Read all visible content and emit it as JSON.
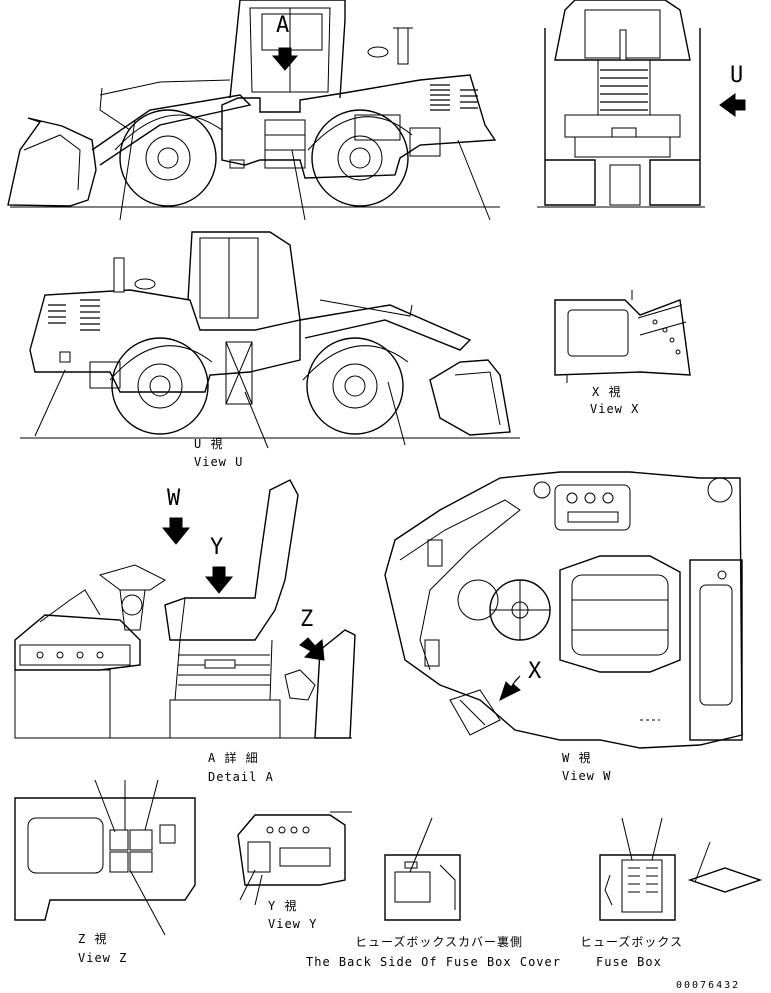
{
  "markers": {
    "A": "A",
    "U": "U",
    "W": "W",
    "Y": "Y",
    "Z": "Z",
    "X": "X"
  },
  "views": {
    "view_u_jp": "U 視",
    "view_u_en": "View U",
    "view_x_jp": "X 視",
    "view_x_en": "View X",
    "detail_a_jp": "A 詳 細",
    "detail_a_en": "Detail A",
    "view_w_jp": "W 視",
    "view_w_en": "View W",
    "view_z_jp": "Z 視",
    "view_z_en": "View Z",
    "view_y_jp": "Y 視",
    "view_y_en": "View Y",
    "fuse_cover_jp": "ヒューズボックスカバー裏側",
    "fuse_cover_en": "The Back Side Of Fuse Box Cover",
    "fuse_box_jp": "ヒューズボックス",
    "fuse_box_en": "Fuse Box"
  },
  "serial": "00076432"
}
